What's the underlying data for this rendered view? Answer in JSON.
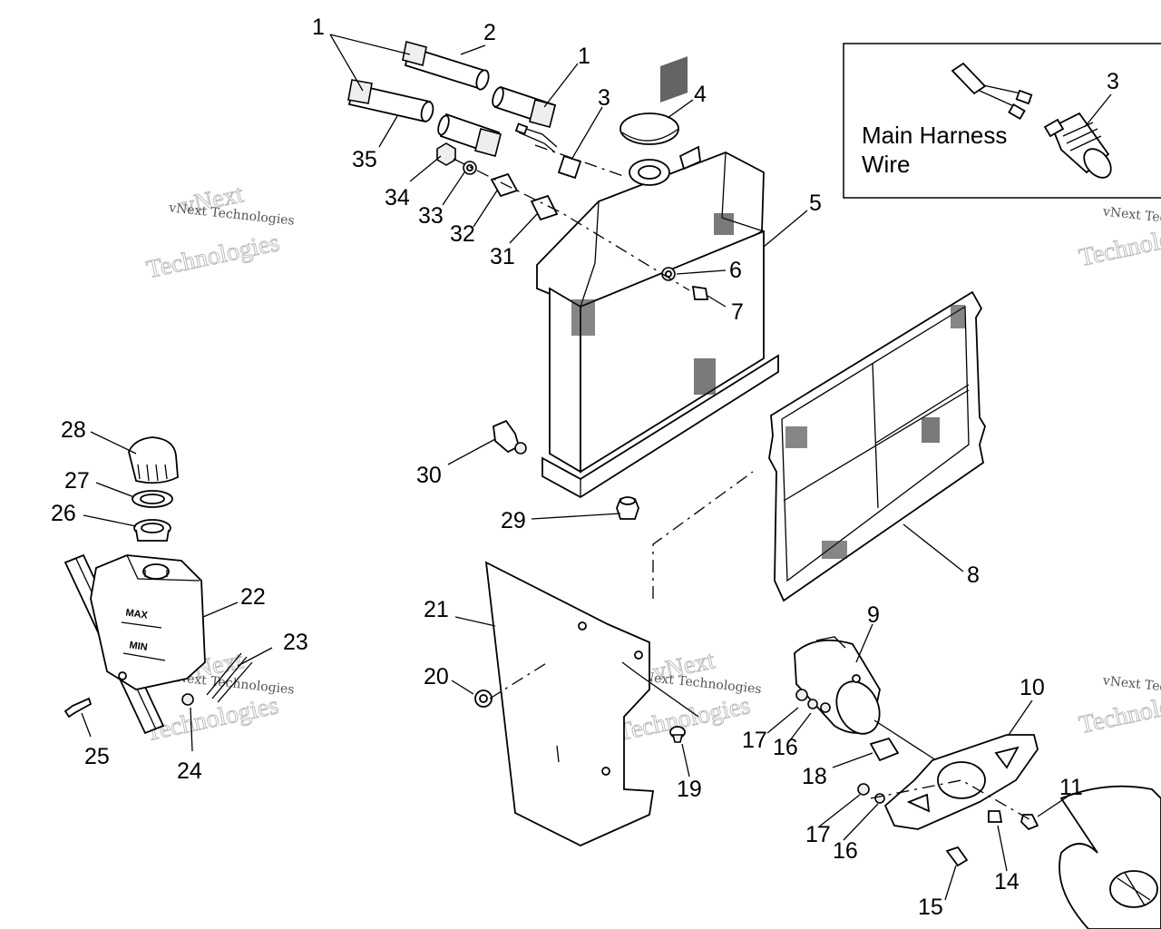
{
  "inset_text": {
    "line1": "Main Harness",
    "line2": "Wire",
    "callout": "3"
  },
  "jar_marks": {
    "max": "MAX",
    "min": "MIN"
  },
  "watermark": {
    "brand": "vNext",
    "company": "Technologies",
    "full": "vNext Technologies"
  },
  "callouts": {
    "c1a": "1",
    "c2": "2",
    "c1b": "1",
    "c3": "3",
    "c4": "4",
    "c35": "35",
    "c34": "34",
    "c33": "33",
    "c32": "32",
    "c31": "31",
    "c5": "5",
    "c6": "6",
    "c7": "7",
    "c28": "28",
    "c27": "27",
    "c26": "26",
    "c22": "22",
    "c23": "23",
    "c25": "25",
    "c24": "24",
    "c30": "30",
    "c29": "29",
    "c8": "8",
    "c21": "21",
    "c20": "20",
    "c19": "19",
    "c9": "9",
    "c10": "10",
    "c17a": "17",
    "c16a": "16",
    "c18": "18",
    "c11": "11",
    "c17b": "17",
    "c16b": "16",
    "c14": "14",
    "c15": "15"
  }
}
